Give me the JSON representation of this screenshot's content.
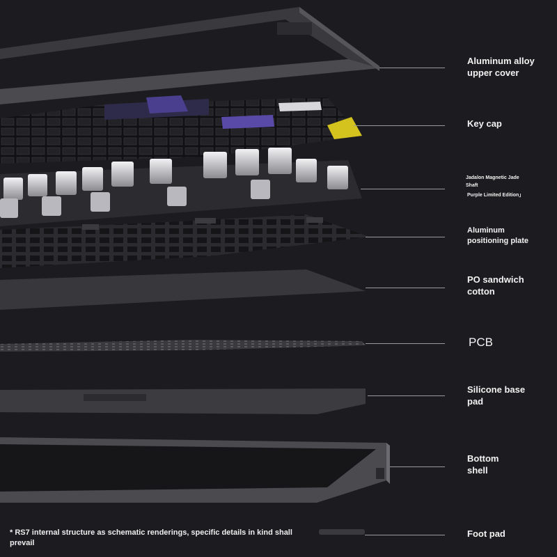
{
  "layers": [
    {
      "id": "upper-cover",
      "label": "Aluminum alloy\nupper cover"
    },
    {
      "id": "key-cap",
      "label": "Key cap"
    },
    {
      "id": "switch-line1",
      "label": "Jadalon Magnetic Jade\nShaft"
    },
    {
      "id": "switch-line2",
      "label": "Purple Limited Edition」"
    },
    {
      "id": "positioning-plate",
      "label": "Aluminum\npositioning plate"
    },
    {
      "id": "sandwich-cotton",
      "label": "PO sandwich\ncotton"
    },
    {
      "id": "pcb",
      "label": "PCB"
    },
    {
      "id": "silicone-pad",
      "label": "Silicone base\npad"
    },
    {
      "id": "bottom-shell",
      "label": "Bottom\nshell"
    },
    {
      "id": "foot-pad",
      "label": "Foot pad"
    }
  ],
  "footnote": "* RS7 internal structure as schematic renderings, specific details in kind shall prevail",
  "colors": {
    "background": "#1c1c20",
    "accent_purple": "#5a4aa8",
    "accent_yellow": "#d4c21e"
  }
}
